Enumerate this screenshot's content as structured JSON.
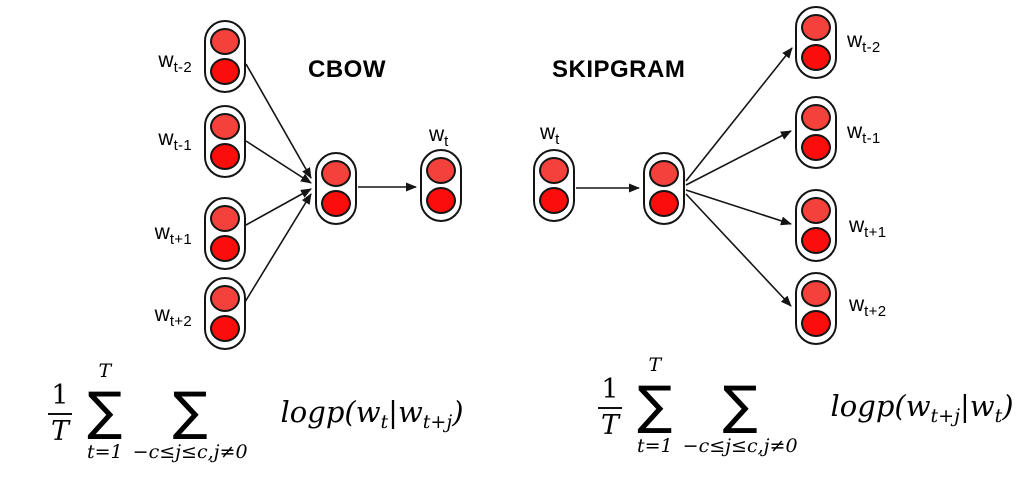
{
  "diagram": {
    "cbow": {
      "title": "CBOW",
      "inputs": [
        {
          "base": "w",
          "sub": "t-2"
        },
        {
          "base": "w",
          "sub": "t-1"
        },
        {
          "base": "w",
          "sub": "t+1"
        },
        {
          "base": "w",
          "sub": "t+2"
        }
      ],
      "output": {
        "base": "w",
        "sub": "t"
      }
    },
    "skipgram": {
      "title": "SKIPGRAM",
      "input": {
        "base": "w",
        "sub": "t"
      },
      "outputs": [
        {
          "base": "w",
          "sub": "t-2"
        },
        {
          "base": "w",
          "sub": "t-1"
        },
        {
          "base": "w",
          "sub": "t+1"
        },
        {
          "base": "w",
          "sub": "t+2"
        }
      ]
    },
    "colors": {
      "circle_top": "#f5413b",
      "circle_bottom": "#fa0d0a",
      "stroke": "#141414",
      "background": "#ffffff"
    }
  },
  "formulas": {
    "cbow": {
      "frac_numerator": "1",
      "frac_denominator": "T",
      "sum1_symbol": "∑",
      "sum1_upper": "T",
      "sum1_lower": "t=1",
      "sum2_symbol": "∑",
      "sum2_upper": "",
      "sum2_lower": "−c≤j≤c,j≠0",
      "expr_pre": "logp(w",
      "expr_sub1": "t",
      "expr_mid": "|w",
      "expr_sub2": "t+j",
      "expr_post": ")"
    },
    "skipgram": {
      "frac_numerator": "1",
      "frac_denominator": "T",
      "sum1_symbol": "∑",
      "sum1_upper": "T",
      "sum1_lower": "t=1",
      "sum2_symbol": "∑",
      "sum2_upper": "",
      "sum2_lower": "−c≤j≤c,j≠0",
      "expr_pre": "logp(w",
      "expr_sub1": "t+j",
      "expr_mid": "|w",
      "expr_sub2": "t",
      "expr_post": ")"
    }
  }
}
